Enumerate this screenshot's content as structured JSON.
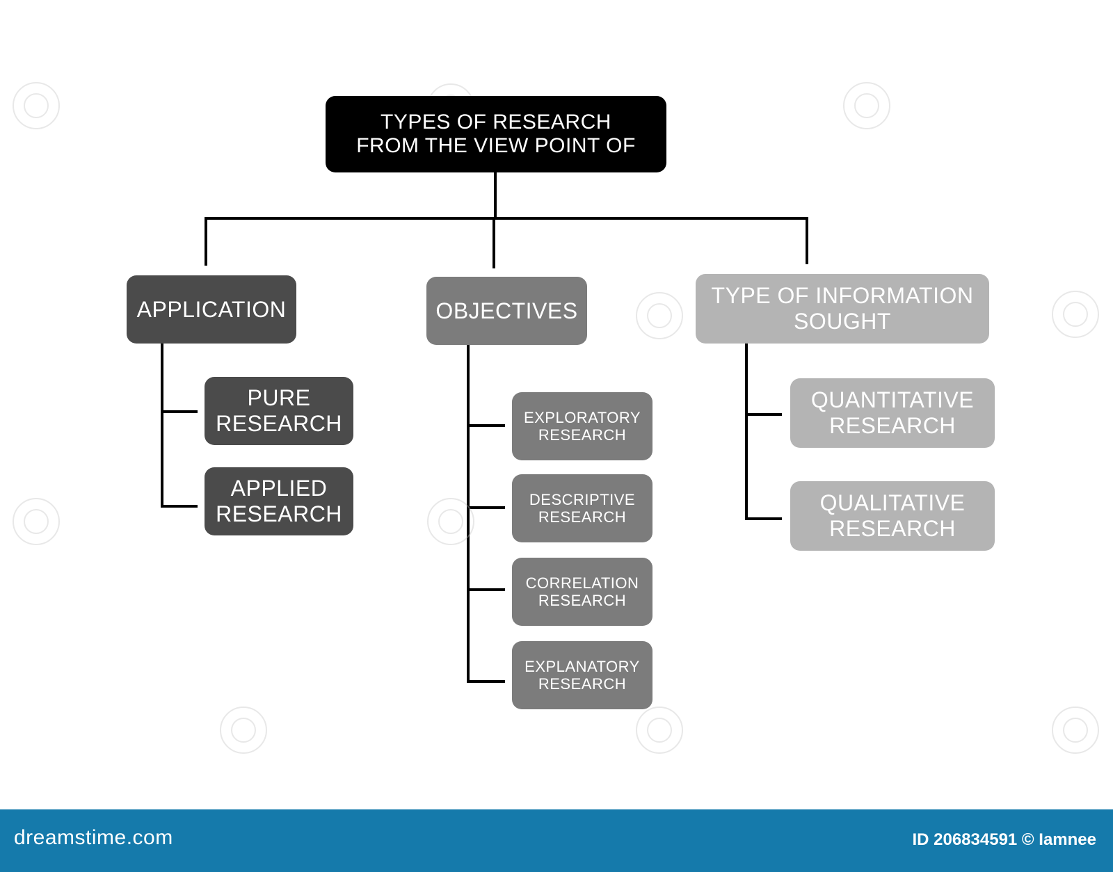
{
  "root": {
    "label": "TYPES OF RESEARCH\nFROM THE VIEW POINT OF"
  },
  "categories": [
    {
      "label": "APPLICATION",
      "children": [
        "PURE\nRESEARCH",
        "APPLIED\nRESEARCH"
      ]
    },
    {
      "label": "OBJECTIVES",
      "children": [
        "EXPLORATORY\nRESEARCH",
        "DESCRIPTIVE\nRESEARCH",
        "CORRELATION\nRESEARCH",
        "EXPLANATORY\nRESEARCH"
      ]
    },
    {
      "label": "TYPE OF INFORMATION\nSOUGHT",
      "children": [
        "QUANTITATIVE\nRESEARCH",
        "QUALITATIVE\nRESEARCH"
      ]
    }
  ],
  "colors": {
    "root": "#000000",
    "application": "#4b4b4b",
    "objectives": "#7c7c7c",
    "information": "#b4b4b4",
    "connector": "#000000",
    "footer_bar": "#157aab"
  },
  "footer": {
    "logo": "dreamstime.com",
    "id_credit": "ID 206834591 © Iamnee"
  }
}
